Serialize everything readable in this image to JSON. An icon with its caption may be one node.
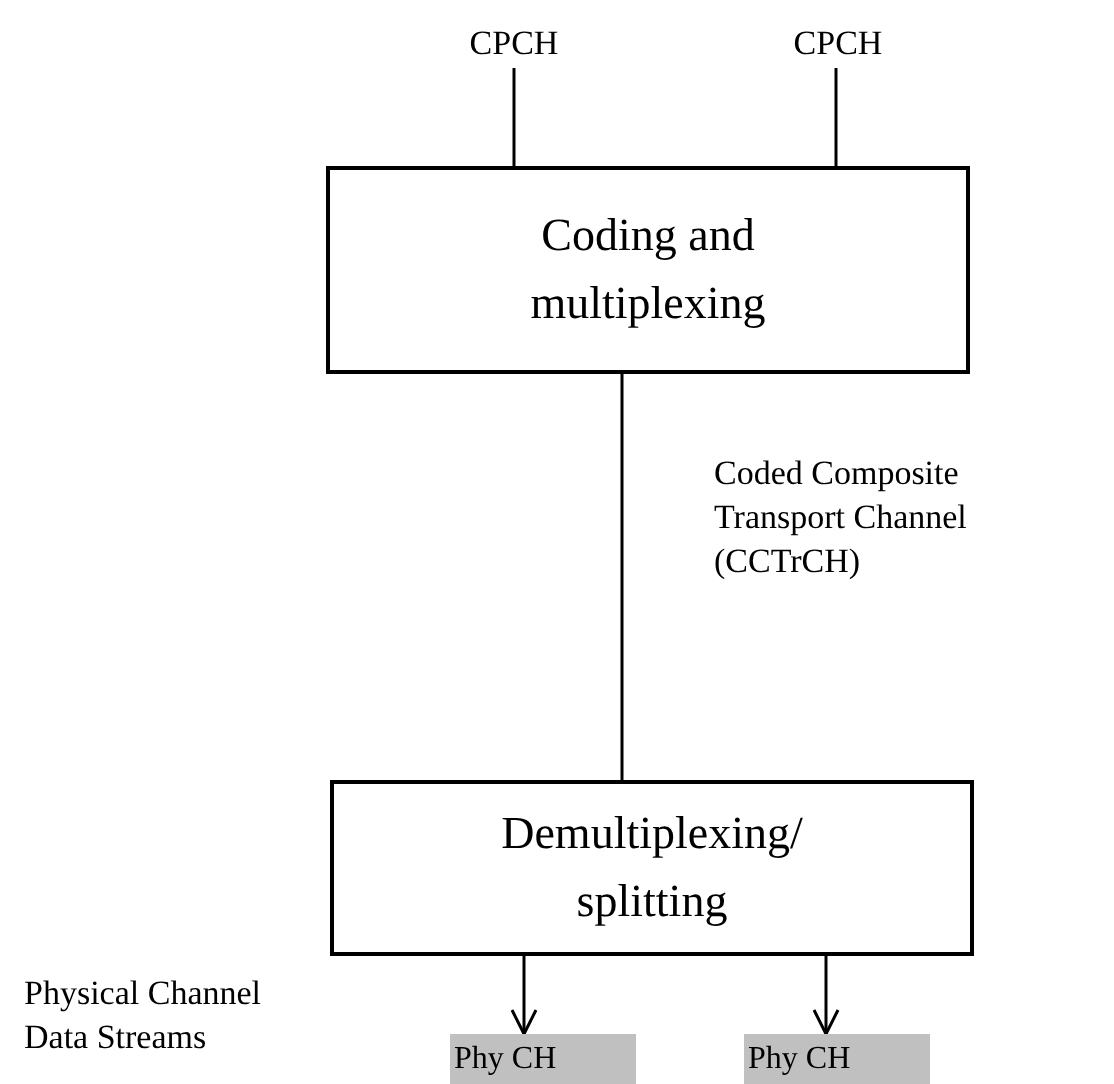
{
  "diagram": {
    "nodes": [
      {
        "text": [
          "CPCH"
        ]
      },
      {
        "text": [
          "CPCH"
        ]
      },
      {
        "text": [
          "Coding and multiplexing"
        ]
      },
      {
        "text": [
          "Demultiplexing/ splitting"
        ]
      },
      {
        "text": [
          "Phy CH"
        ]
      },
      {
        "text": [
          "Phy CH"
        ]
      }
    ],
    "edges": [
      {
        "from": 0,
        "to": 2,
        "arrow": "none"
      },
      {
        "from": 1,
        "to": 2,
        "arrow": "none"
      },
      {
        "from": 2,
        "to": 3,
        "arrow": "none",
        "label": "Coded Composite Transport Channel (CCTrCH)"
      },
      {
        "from": 3,
        "to": 4,
        "arrow": "to"
      },
      {
        "from": 3,
        "to": 5,
        "arrow": "to"
      }
    ],
    "labels": [
      "Physical Channel Data Streams"
    ]
  }
}
